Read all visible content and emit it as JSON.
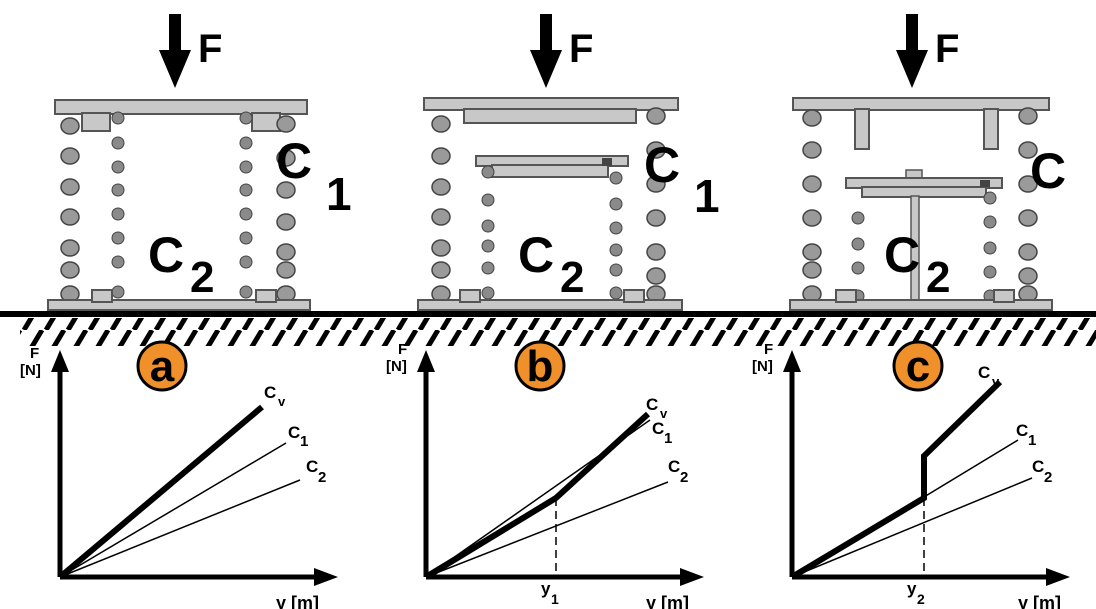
{
  "force_label": "F",
  "spring_outer_label": "C",
  "spring_outer_sub": "1",
  "spring_inner_label": "C",
  "spring_inner_sub": "2",
  "colors": {
    "plate": "#c8c8c8",
    "plate_stroke": "#555555",
    "coil_fill": "#9a9a9a",
    "badge": "#f0902a",
    "ink": "#000000"
  },
  "panels": [
    {
      "id": "a",
      "badge": "a",
      "y_axis_label": "F",
      "y_axis_unit": "[N]",
      "x_axis_label": "y [m]",
      "curves": [
        {
          "name": "C",
          "sub": "v"
        },
        {
          "name": "C",
          "sub": "1"
        },
        {
          "name": "C",
          "sub": "2"
        }
      ],
      "breakpoint_label": "",
      "breakpoint_sub": ""
    },
    {
      "id": "b",
      "badge": "b",
      "y_axis_label": "F",
      "y_axis_unit": "[N]",
      "x_axis_label": "y [m]",
      "curves": [
        {
          "name": "C",
          "sub": "v"
        },
        {
          "name": "C",
          "sub": "1"
        },
        {
          "name": "C",
          "sub": "2"
        }
      ],
      "breakpoint_label": "y",
      "breakpoint_sub": "1"
    },
    {
      "id": "c",
      "badge": "c",
      "y_axis_label": "F",
      "y_axis_unit": "[N]",
      "x_axis_label": "y [m]",
      "curves": [
        {
          "name": "C",
          "sub": "v"
        },
        {
          "name": "C",
          "sub": "1"
        },
        {
          "name": "C",
          "sub": "2"
        }
      ],
      "breakpoint_label": "y",
      "breakpoint_sub": "2"
    }
  ]
}
